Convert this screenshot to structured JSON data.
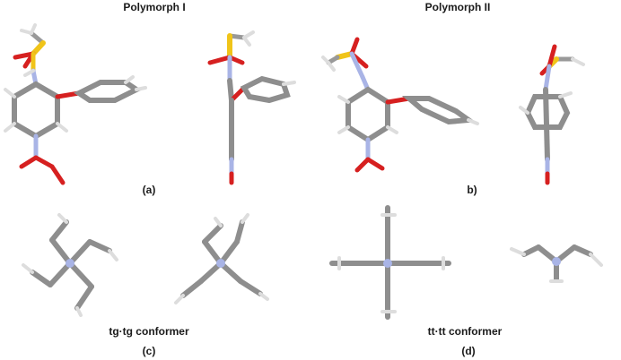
{
  "titles": {
    "left": "Polymorph I",
    "right": "Polymorph II"
  },
  "captions": {
    "a": "(a)",
    "b": "b)",
    "c": "(c)",
    "d": "(d)",
    "c_name": "tg·tg conformer",
    "d_name": "tt·tt conformer"
  },
  "colors": {
    "carbon": "#8e8e8e",
    "hydrogen": "#e8e8e8",
    "nitrogen": "#a9b4e6",
    "oxygen": "#d62020",
    "sulfur": "#f0c419"
  }
}
